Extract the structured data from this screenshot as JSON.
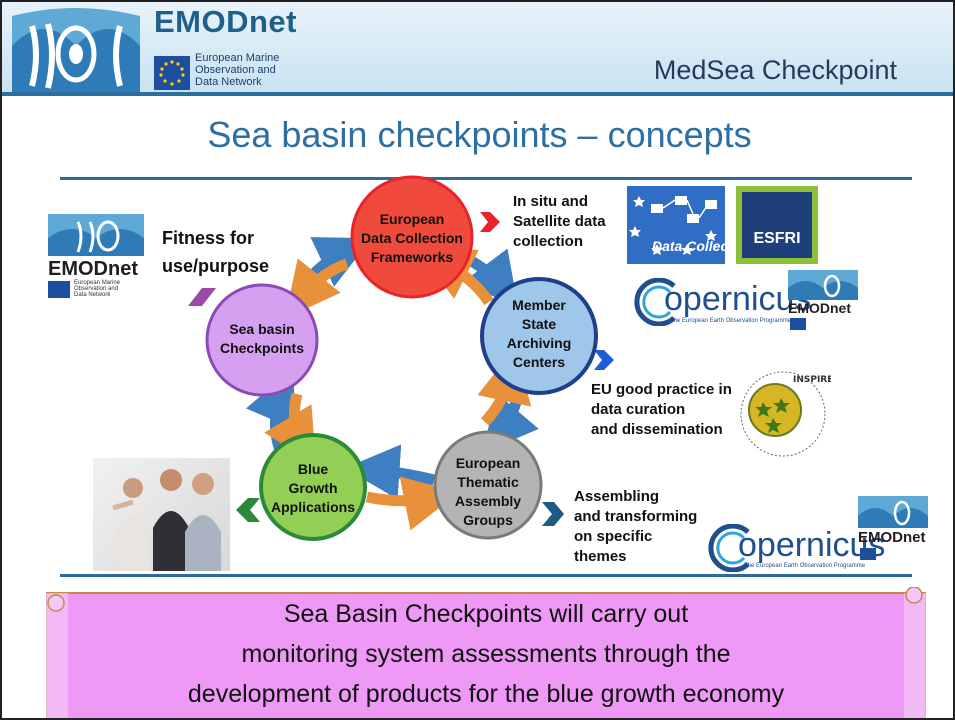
{
  "header": {
    "brand_name": "EMODnet",
    "brand_subtitle": [
      "European Marine",
      "Observation and",
      "Data Network"
    ],
    "checkpoint_title": "MedSea Checkpoint"
  },
  "slide_title": "Sea basin checkpoints – concepts",
  "colors": {
    "header_blue": "#1f5f8c",
    "node_collection": "#f04a3c",
    "node_archiving": "#9ec7ea",
    "node_thematic": "#b4b4b4",
    "node_blue_growth": "#94cf55",
    "node_checkpoints": "#d6a0f0",
    "arrow_blue": "#3d7fc1",
    "arrow_orange": "#e8913a",
    "banner_fill": "#ee99f5"
  },
  "cycle": {
    "nodes": [
      {
        "id": "collection",
        "lines": [
          "European",
          "Data Collection",
          "Frameworks"
        ]
      },
      {
        "id": "archiving",
        "lines": [
          "Member",
          "State",
          "Archiving",
          "Centers"
        ]
      },
      {
        "id": "thematic",
        "lines": [
          "European",
          "Thematic",
          "Assembly",
          "Groups"
        ]
      },
      {
        "id": "blue_growth",
        "lines": [
          "Blue",
          "Growth",
          "Applications"
        ]
      },
      {
        "id": "checkpoints",
        "lines": [
          "Sea basin",
          "Checkpoints"
        ]
      }
    ]
  },
  "annotations": {
    "fitness": [
      "Fitness for",
      "use/purpose"
    ],
    "in_situ": [
      "In situ and",
      "Satellite data",
      "collection"
    ],
    "good_practice": [
      "EU good practice in",
      "data curation",
      "and dissemination"
    ],
    "assembling": [
      "Assembling",
      "and transforming",
      "on specific",
      "themes"
    ]
  },
  "logos": {
    "emodnet_name": "EMODnet",
    "emodnet_sub": [
      "European Marine",
      "Observation and",
      "Data Network"
    ],
    "data_collection": "Data Collection",
    "esfri": "ESFRI",
    "copernicus": "opernicus",
    "copernicus_sub": "The European Earth Observation Programme",
    "inspire": "INSPIRE - Infrastructure for Spatial Information in Europe"
  },
  "banner": {
    "lines": [
      "Sea Basin Checkpoints will carry out",
      "monitoring system assessments through the",
      "development of products for the blue growth economy"
    ]
  }
}
